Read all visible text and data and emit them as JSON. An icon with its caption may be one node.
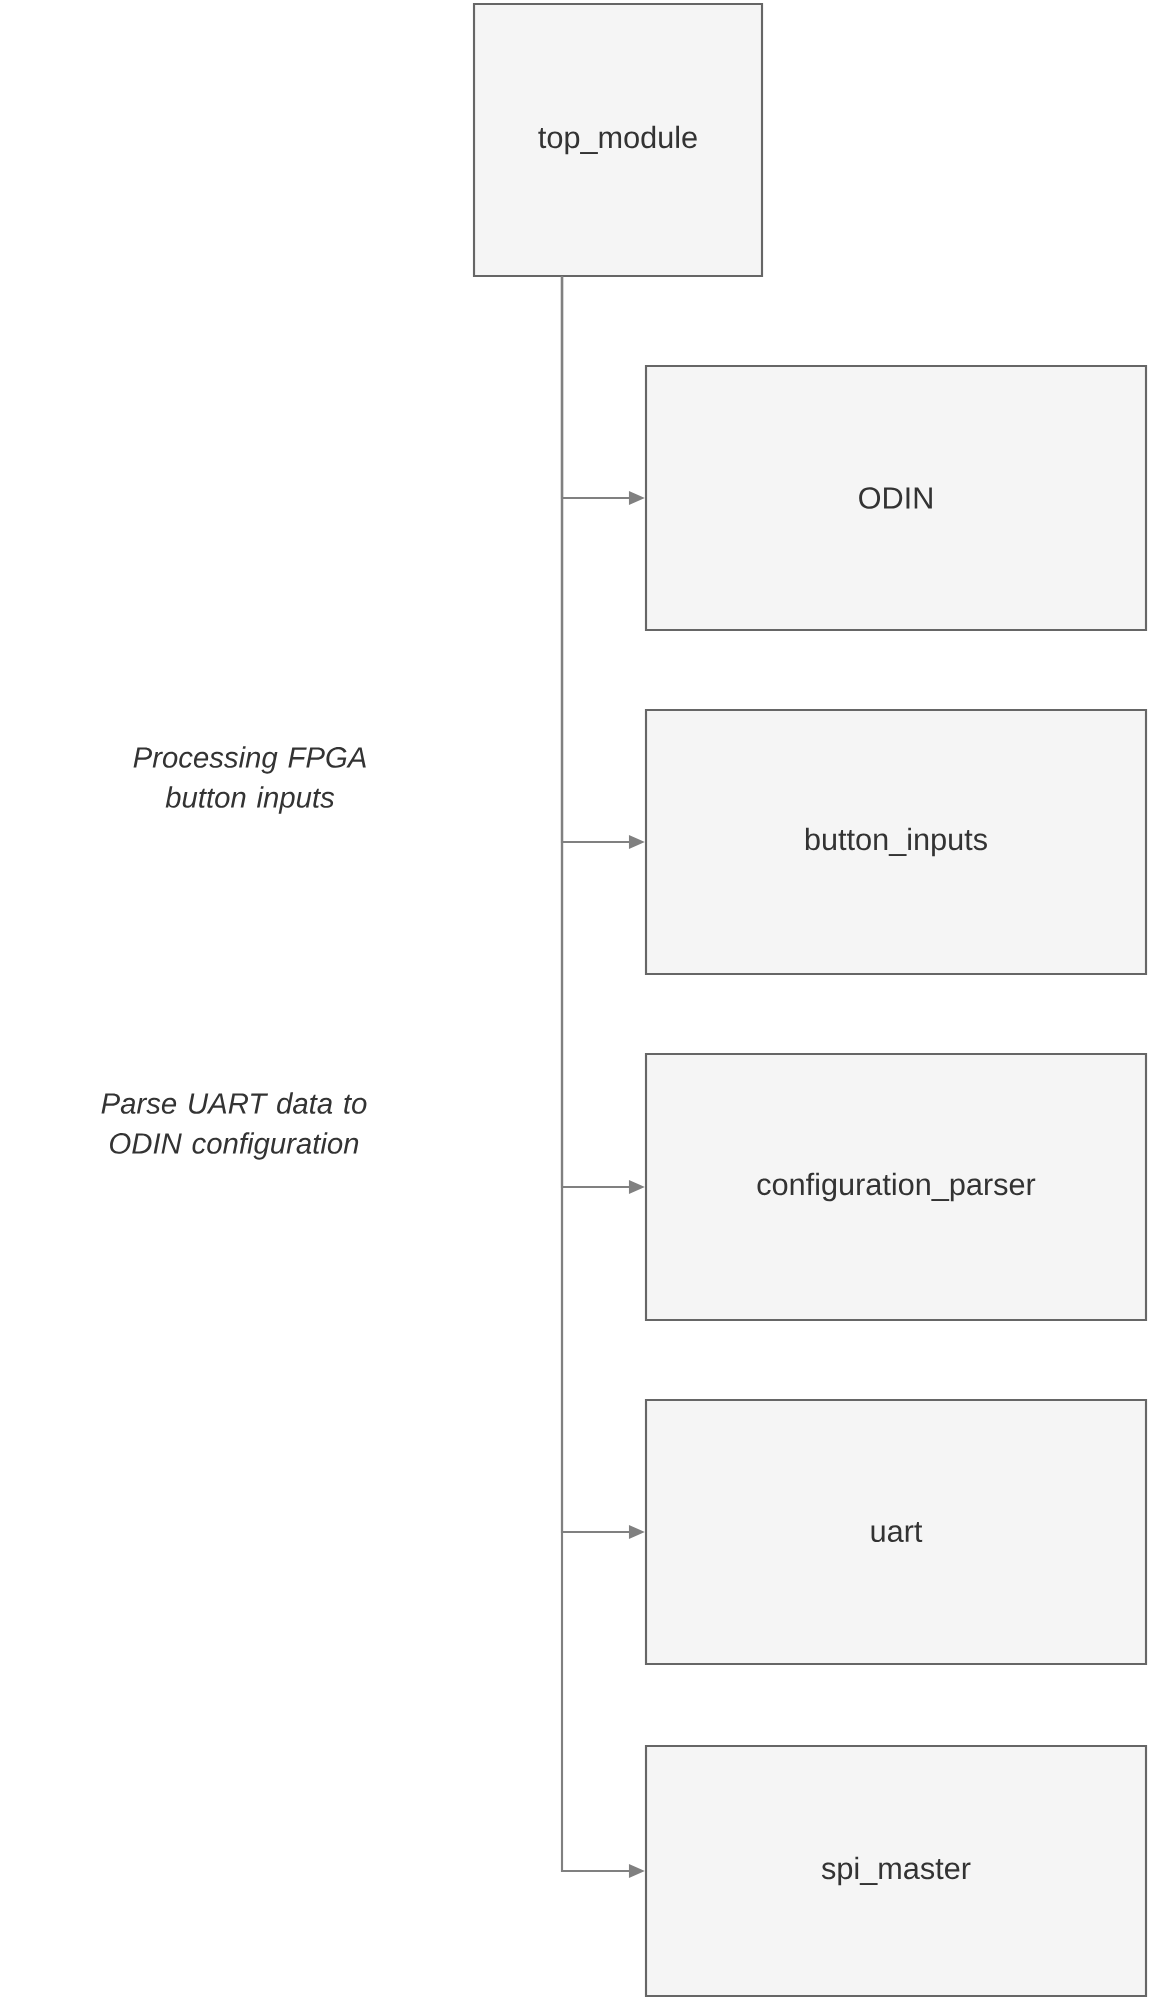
{
  "diagram": {
    "nodes": [
      {
        "text": [
          "top_module"
        ]
      },
      {
        "text": [
          "ODIN"
        ]
      },
      {
        "text": [
          "button_inputs"
        ]
      },
      {
        "text": [
          "configuration_parser"
        ]
      },
      {
        "text": [
          "uart"
        ]
      },
      {
        "text": [
          "spi_master"
        ]
      }
    ],
    "edges": [
      {
        "from": 0,
        "to": 1,
        "arrow": "to"
      },
      {
        "from": 0,
        "to": 2,
        "arrow": "to"
      },
      {
        "from": 0,
        "to": 3,
        "arrow": "to"
      },
      {
        "from": 0,
        "to": 4,
        "arrow": "to"
      },
      {
        "from": 0,
        "to": 5,
        "arrow": "to"
      }
    ],
    "labels": [
      "Processing FPGA button inputs",
      "Parse UART data to ODIN configuration"
    ]
  }
}
